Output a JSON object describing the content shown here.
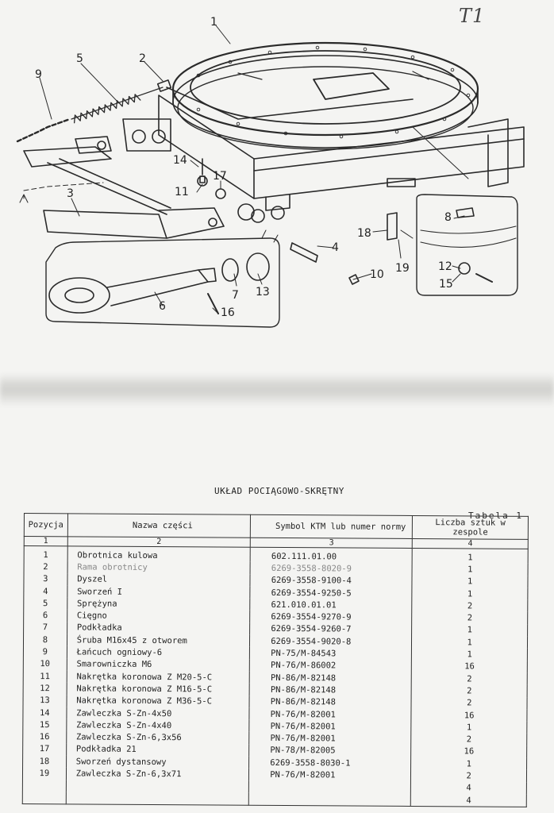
{
  "page_mark": "T1",
  "diagram": {
    "callouts": [
      "1",
      "2",
      "3",
      "4",
      "5",
      "6",
      "7",
      "8",
      "9",
      "10",
      "11",
      "12",
      "13",
      "14",
      "15",
      "16",
      "17",
      "18",
      "19"
    ]
  },
  "table": {
    "title": "UKŁAD POCIĄGOWO-SKRĘTNY",
    "label": "Tabela 1",
    "headers": [
      "Pozycja",
      "Nazwa części",
      "Symbol KTM lub numer normy",
      "Liczba sztuk w zespole"
    ],
    "header_numbers": [
      "1",
      "2",
      "3",
      "4"
    ],
    "rows": [
      {
        "pos": "1",
        "name": "Obrotnica kulowa",
        "symbol": "602.111.01.00",
        "qty": "1"
      },
      {
        "pos": "2",
        "name": "Rama obrotnicy",
        "symbol": "6269-3558-8020-9",
        "qty": "1"
      },
      {
        "pos": "3",
        "name": "Dyszel",
        "symbol": "6269-3558-9100-4",
        "qty": "1"
      },
      {
        "pos": "4",
        "name": "Sworzeń I",
        "symbol": "6269-3554-9250-5",
        "qty": "1"
      },
      {
        "pos": "5",
        "name": "Sprężyna",
        "symbol": "621.010.01.01",
        "qty": "2"
      },
      {
        "pos": "6",
        "name": "Cięgno",
        "symbol": "6269-3554-9270-9",
        "qty": "2"
      },
      {
        "pos": "7",
        "name": "Podkładka",
        "symbol": "6269-3554-9260-7",
        "qty": "1"
      },
      {
        "pos": "8",
        "name": "Śruba M16x45 z otworem",
        "symbol": "6269-3554-9020-8",
        "qty": "1"
      },
      {
        "pos": "9",
        "name": "Łańcuch ogniowy-6",
        "symbol": "PN-75/M-84543",
        "qty": "1"
      },
      {
        "pos": "10",
        "name": "Smarowniczka M6",
        "symbol": "PN-76/M-86002",
        "qty": "16"
      },
      {
        "pos": "11",
        "name": "Nakrętka koronowa Z M20-5-C",
        "symbol": "PN-86/M-82148",
        "qty": "2"
      },
      {
        "pos": "12",
        "name": "Nakrętka koronowa Z M16-5-C",
        "symbol": "PN-86/M-82148",
        "qty": "2"
      },
      {
        "pos": "13",
        "name": "Nakrętka koronowa Z M36-5-C",
        "symbol": "PN-86/M-82148",
        "qty": "2"
      },
      {
        "pos": "14",
        "name": "Zawleczka S-Zn-4x50",
        "symbol": "PN-76/M-82001",
        "qty": "16"
      },
      {
        "pos": "15",
        "name": "Zawleczka S-Zn-4x40",
        "symbol": "PN-76/M-82001",
        "qty": "1"
      },
      {
        "pos": "16",
        "name": "Zawleczka S-Zn-6,3x56",
        "symbol": "PN-76/M-82001",
        "qty": "2"
      },
      {
        "pos": "17",
        "name": "Podkładka 21",
        "symbol": "PN-78/M-82005",
        "qty": "16"
      },
      {
        "pos": "18",
        "name": "Sworzeń dystansowy",
        "symbol": "6269-3558-8030-1",
        "qty": "1"
      },
      {
        "pos": "19",
        "name": "Zawleczka S-Zn-6,3x71",
        "symbol": "PN-76/M-82001",
        "qty": "2"
      }
    ],
    "extra_qty": [
      "4",
      "4"
    ]
  }
}
